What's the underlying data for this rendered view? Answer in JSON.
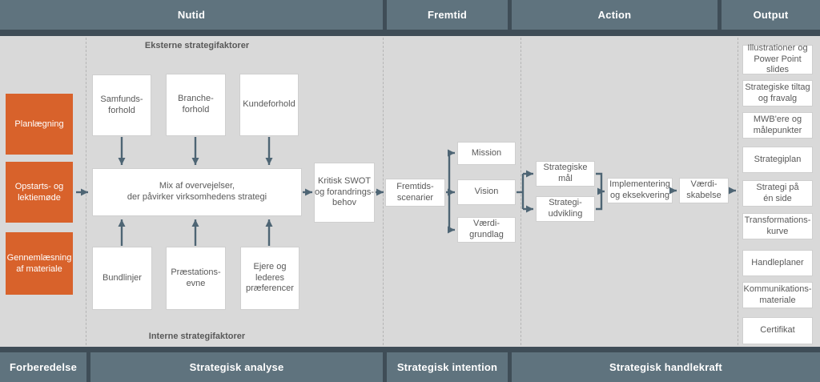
{
  "colors": {
    "background": "#3f4d57",
    "phase_band": "#5f737e",
    "content_background": "#d9d9d9",
    "accent_orange": "#d8622b",
    "arrow": "#4e6574",
    "box_text": "#595959",
    "box_background": "#ffffff"
  },
  "top_phases": [
    {
      "label": "Nutid"
    },
    {
      "label": "Fremtid"
    },
    {
      "label": "Action"
    },
    {
      "label": "Output"
    }
  ],
  "bottom_phases": [
    {
      "label": "Forberedelse"
    },
    {
      "label": "Strategisk analyse"
    },
    {
      "label": "Strategisk intention"
    },
    {
      "label": "Strategisk handlekraft"
    }
  ],
  "prep_steps": [
    {
      "label": "Planlægning"
    },
    {
      "label": "Opstarts- og\nlektiemøde"
    },
    {
      "label": "Gennemlæsning\naf materiale"
    }
  ],
  "section_labels": {
    "external": "Eksterne strategifaktorer",
    "internal": "Interne strategifaktorer"
  },
  "nodes": {
    "samfundsforhold": "Samfunds-\nforhold",
    "brancheforhold": "Branche-\nforhold",
    "kundeforhold": "Kundeforhold",
    "mix": "Mix af overvejelser,\nder påvirker virksomhedens strategi",
    "bundlinjer": "Bundlinjer",
    "praestationsevne": "Præstations-\nevne",
    "ejere": "Ejere og\nlederes\npræferencer",
    "kritisk_swot": "Kritisk SWOT\nog forandrings-\nbehov",
    "fremtidsscenarier": "Fremtids-\nscenarier",
    "mission": "Mission",
    "vision": "Vision",
    "vaerdigrundlag": "Værdi-\ngrundlag",
    "strategiske_maal": "Strategiske\nmål",
    "strategiudvikling": "Strategi-\nudvikling",
    "implementering": "Implementering\nog eksekvering",
    "vaerdiskabelse": "Værdi-\nskabelse"
  },
  "outputs": [
    {
      "label": "Illustrationer og\nPower Point\nslides"
    },
    {
      "label": "Strategiske tiltag\nog fravalg"
    },
    {
      "label": "MWB'ere og\nmålepunkter"
    },
    {
      "label": "Strategiplan"
    },
    {
      "label": "Strategi på\nén side"
    },
    {
      "label": "Transformations-\nkurve"
    },
    {
      "label": "Handleplaner"
    },
    {
      "label": "Kommunikations-\nmateriale"
    },
    {
      "label": "Certifikat"
    }
  ]
}
